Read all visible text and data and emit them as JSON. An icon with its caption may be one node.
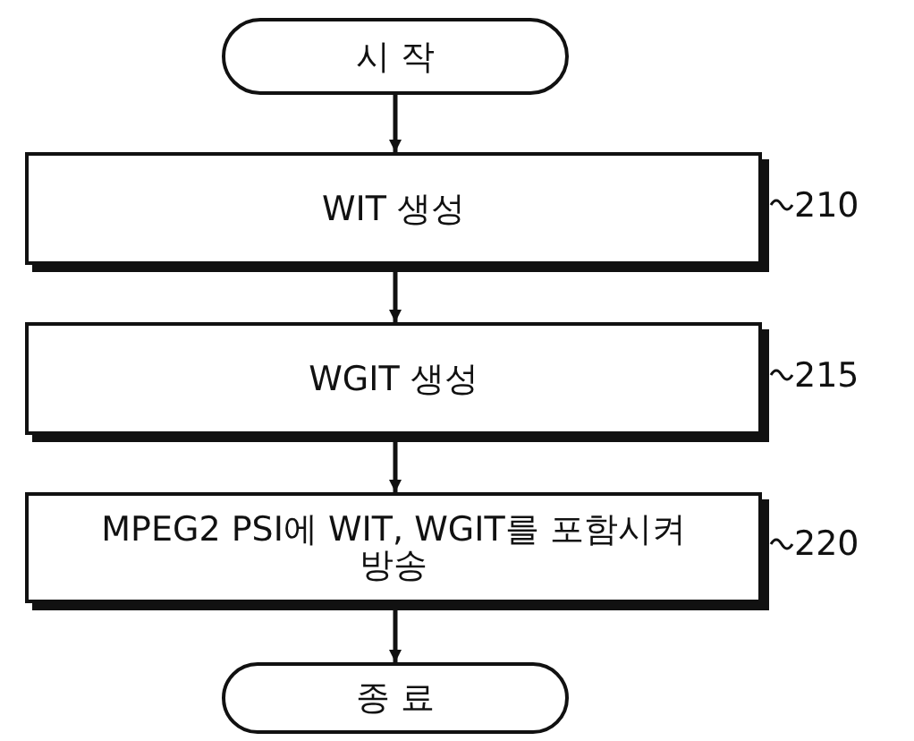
{
  "diagram": {
    "nodes": [
      {
        "text": [
          "시 작"
        ]
      },
      {
        "text": [
          "WIT 생성"
        ],
        "beside": [
          "210"
        ]
      },
      {
        "text": [
          "WGIT 생성"
        ],
        "beside": [
          "215"
        ]
      },
      {
        "text": [
          "MPEG2 PSI에 WIT, WGIT를 포함시켜 방송"
        ],
        "beside": [
          "220"
        ]
      },
      {
        "text": [
          "종 료"
        ]
      }
    ],
    "edges": [
      {
        "from": 0,
        "to": 1,
        "arrow": "to"
      },
      {
        "from": 1,
        "to": 2,
        "arrow": "to"
      },
      {
        "from": 2,
        "to": 3,
        "arrow": "to"
      },
      {
        "from": 3,
        "to": 4,
        "arrow": "to"
      }
    ]
  }
}
